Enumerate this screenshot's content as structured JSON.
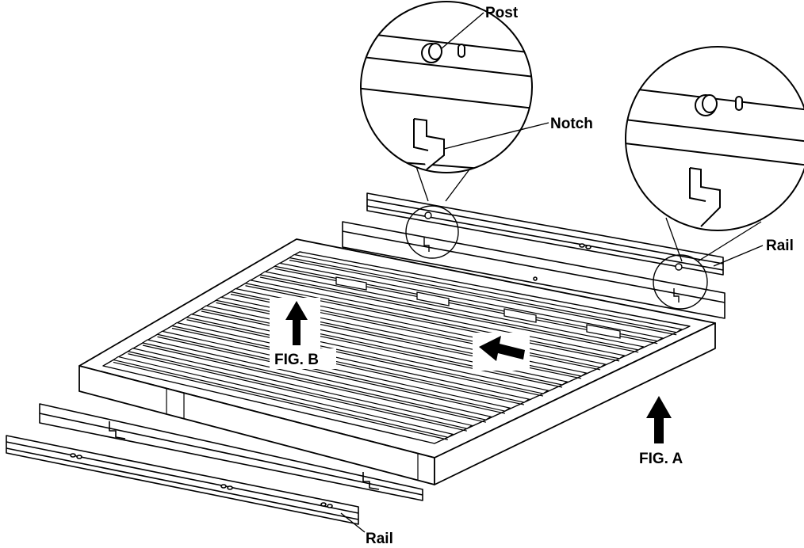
{
  "labels": {
    "post": "Post",
    "notch": "Notch",
    "rail_right": "Rail",
    "rail_bottom": "Rail",
    "fig_a": "FIG. A",
    "fig_b": "FIG. B"
  },
  "colors": {
    "ink": "#000000",
    "paper": "#ffffff",
    "shade": "#d9d9d9"
  },
  "icons": [
    "arrow-up-icon",
    "arrow-left-icon"
  ]
}
